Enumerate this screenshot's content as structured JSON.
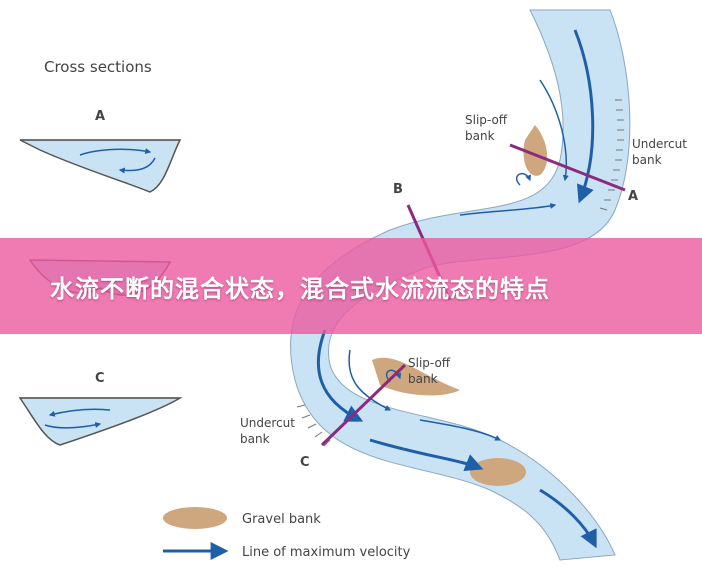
{
  "diagram": {
    "cross_sections_title": "Cross sections",
    "sections": [
      "A",
      "B",
      "C"
    ],
    "labels": {
      "slip_off_bank": "Slip-off\nbank",
      "undercut_bank": "Undercut\nbank"
    },
    "legend": {
      "gravel_bank": "Gravel bank",
      "line_of_max_velocity": "Line of maximum velocity"
    },
    "colors": {
      "water": "#c9e2f4",
      "flow_arrow": "#1f5fa8",
      "gravel": "#cfa77e",
      "section_line": "#8b2a7e"
    }
  },
  "banner": {
    "text": "水流不断的混合状态，混合式水流流态的特点"
  }
}
